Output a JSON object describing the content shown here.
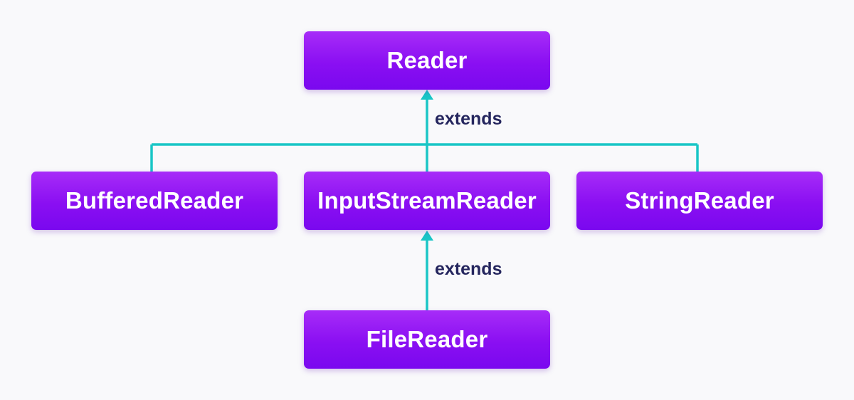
{
  "diagram": {
    "nodes": {
      "reader": "Reader",
      "buffered_reader": "BufferedReader",
      "input_stream_reader": "InputStreamReader",
      "string_reader": "StringReader",
      "file_reader": "FileReader"
    },
    "edge_labels": {
      "children_to_reader": "extends",
      "file_reader_to_input_stream_reader": "extends"
    },
    "colors": {
      "node_fill": "#8a0ff2",
      "node_fill_light": "#a72cf8",
      "node_text": "#ffffff",
      "connector": "#19c6c6",
      "edge_label_text": "#25265e",
      "background": "#f9f9fb"
    }
  }
}
